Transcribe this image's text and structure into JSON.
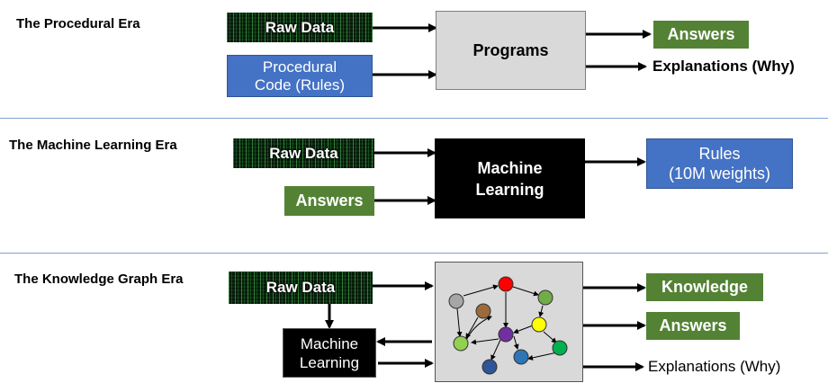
{
  "procedural": {
    "title": "The Procedural Era",
    "raw_data": "Raw Data",
    "code_line1": "Procedural",
    "code_line2": "Code (Rules)",
    "programs": "Programs",
    "answers": "Answers",
    "explanations": "Explanations (Why)"
  },
  "ml": {
    "title": "The Machine Learning Era",
    "raw_data": "Raw Data",
    "answers": "Answers",
    "ml_line1": "Machine",
    "ml_line2": "Learning",
    "rules_line1": "Rules",
    "rules_line2": "(10M weights)"
  },
  "kg": {
    "title": "The Knowledge Graph Era",
    "raw_data": "Raw Data",
    "ml_line1": "Machine",
    "ml_line2": "Learning",
    "knowledge": "Knowledge",
    "answers": "Answers",
    "explanations": "Explanations (Why)"
  },
  "colors": {
    "answer_green": "#548235",
    "rules_blue": "#4472c4",
    "programs_gray": "#d9d9d9",
    "separator": "#7fa3d6"
  }
}
